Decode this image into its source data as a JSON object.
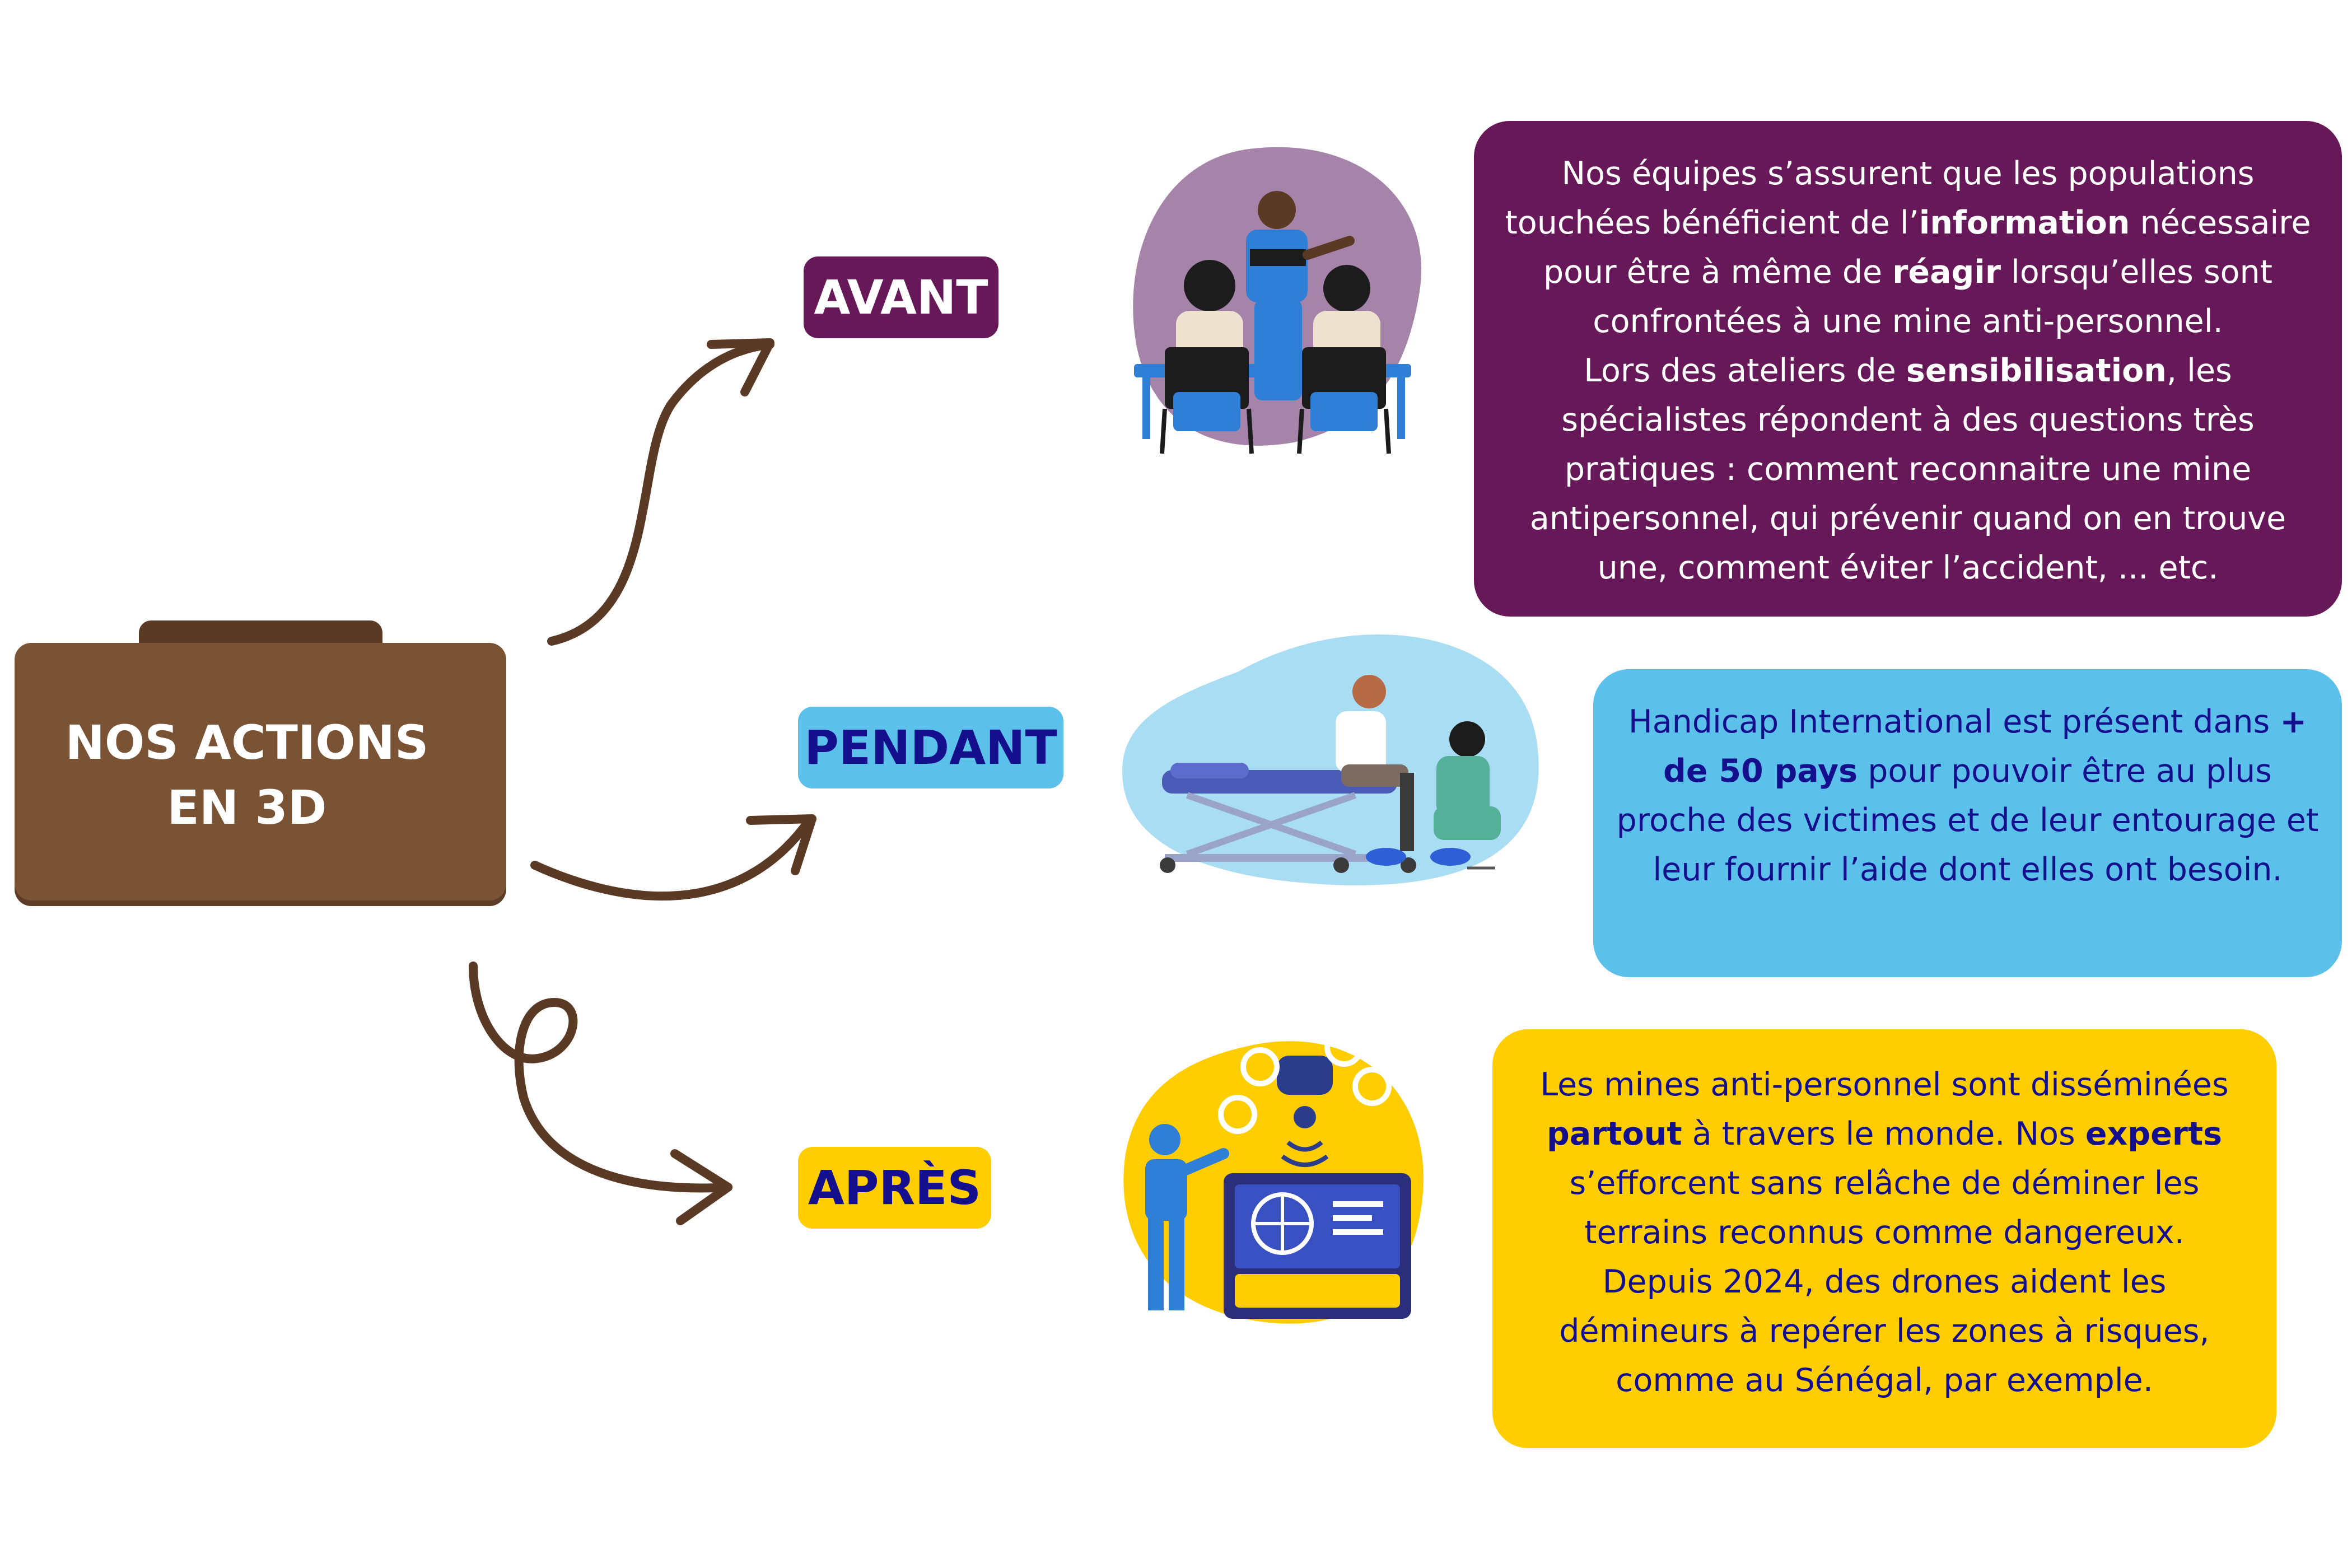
{
  "central": {
    "line1": "NOS ACTIONS",
    "line2": "EN 3D"
  },
  "stages": {
    "avant": "AVANT",
    "pendant": "PENDANT",
    "apres": "APRÈS"
  },
  "boxes": {
    "avant": {
      "p1_a": "Nos équipes s’assurent que les populations touchées bénéficient de l’",
      "p1_b1": "information",
      "p1_c": " nécessaire pour être à même de ",
      "p1_b2": "réagir",
      "p1_d": " lorsqu’elles sont confrontées à une mine anti-personnel.",
      "p2_a": "Lors des ateliers de ",
      "p2_b": "sensibilisation",
      "p2_c": ", les spécialistes répondent à des questions très pratiques : comment reconnaitre une mine antipersonnel, qui prévenir quand on en trouve une, comment éviter l’accident, ... etc."
    },
    "pendant": {
      "a": "Handicap International est présent dans ",
      "b": "+ de 50 pays",
      "c": " pour pouvoir être au plus proche des victimes et de leur entourage et leur fournir l’aide dont elles ont besoin."
    },
    "apres": {
      "a": "Les mines anti-personnel sont disséminées ",
      "b1": "partout",
      "c": " à travers le monde. Nos ",
      "b2": "experts",
      "d": " s’efforcent sans relâche de déminer les terrains reconnus comme dangereux.",
      "e": "Depuis 2024, des drones aident les démineurs à repérer les zones à risques, comme au Sénégal, par exemple."
    }
  },
  "colors": {
    "folder": "#7a5234",
    "folder_tab": "#5a3a24",
    "arrow": "#5a3a24",
    "purple": "#661858",
    "blue": "#5bc0ea",
    "yellow": "#ffcd00",
    "navy": "#140f8c"
  },
  "illustrations": [
    "classroom-illustration",
    "rehabilitation-illustration",
    "drone-demining-illustration"
  ]
}
